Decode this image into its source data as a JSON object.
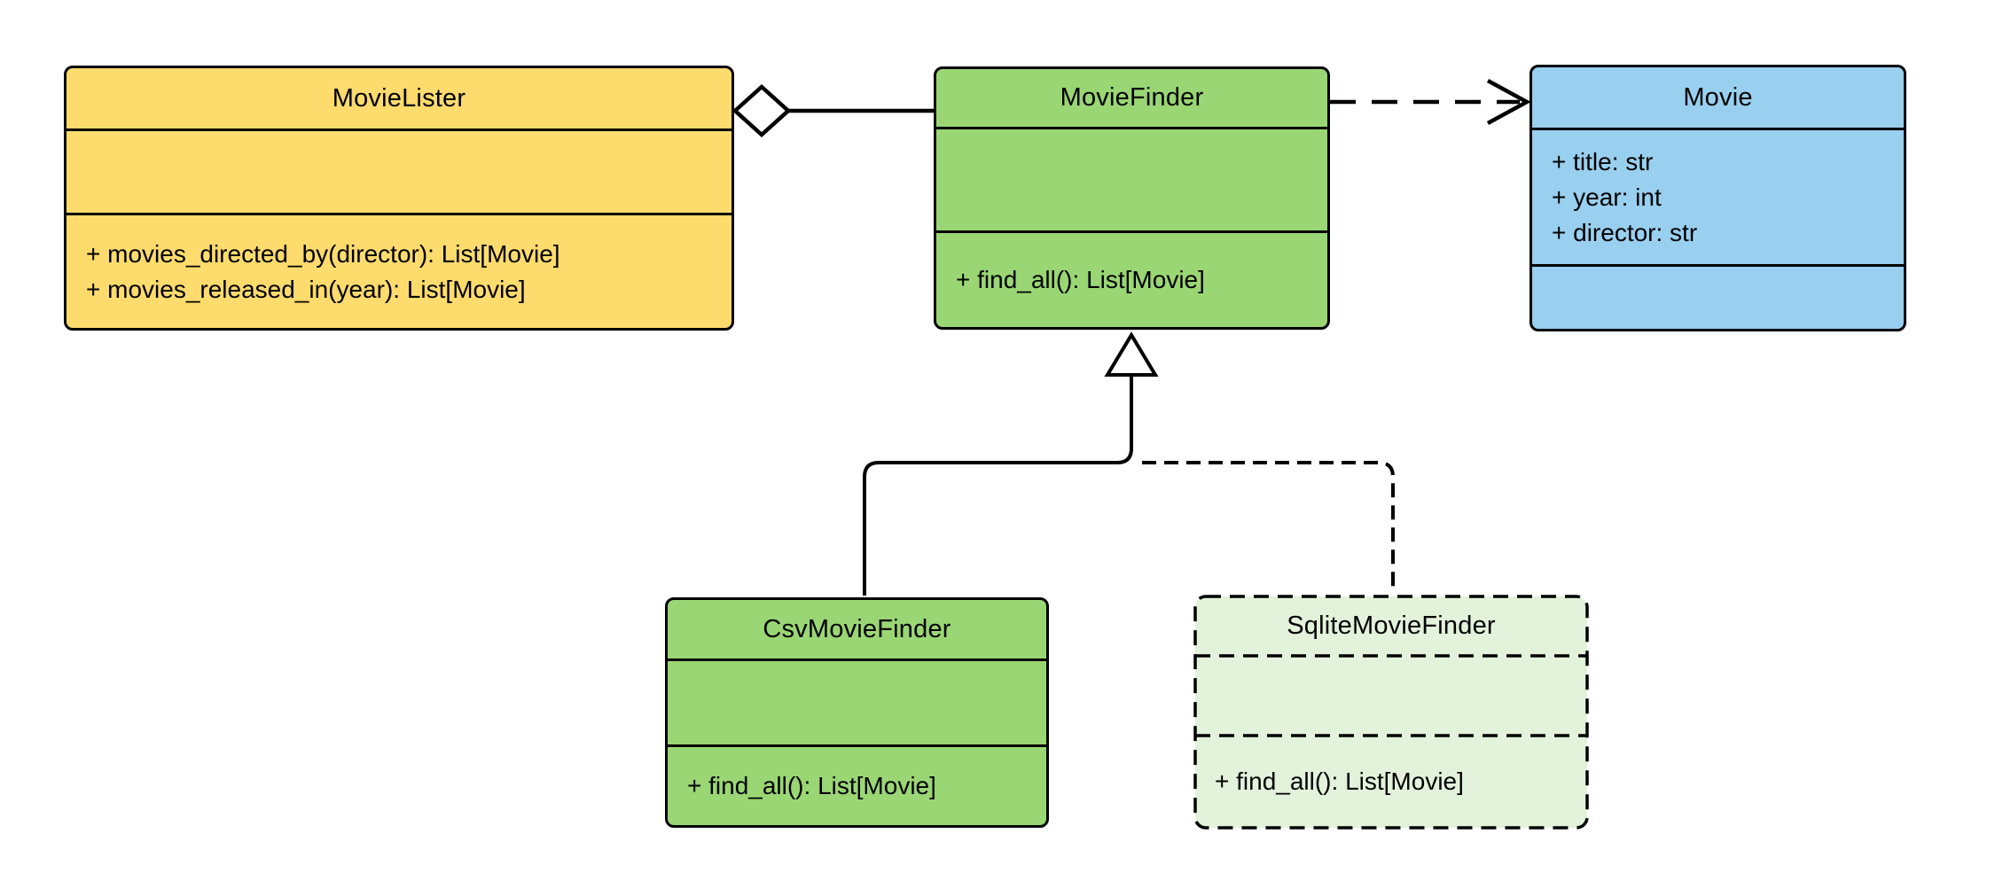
{
  "diagram": {
    "kind": "uml-class-diagram",
    "colors": {
      "background": "#ffffff",
      "stroke": "#000000",
      "text": "#000000",
      "movielister-fill": "#fddb6d",
      "moviefinder-fill": "#9ad674",
      "movie-fill": "#99cfef",
      "csvmoviefinder-fill": "#9ad674",
      "sqlitemoviefinder-fill": "#e3f2db"
    },
    "classes": {
      "movielister": {
        "name": "MovieLister",
        "attributes": [],
        "methods": [
          "+ movies_directed_by(director): List[Movie]",
          "+ movies_released_in(year): List[Movie]"
        ]
      },
      "moviefinder": {
        "name": "MovieFinder",
        "attributes": [],
        "methods": [
          "+ find_all(): List[Movie]"
        ]
      },
      "movie": {
        "name": "Movie",
        "attributes": [
          "+ title: str",
          "+ year: int",
          "+ director: str"
        ],
        "methods": []
      },
      "csvmoviefinder": {
        "name": "CsvMovieFinder",
        "attributes": [],
        "methods": [
          "+ find_all(): List[Movie]"
        ]
      },
      "sqlitemoviefinder": {
        "name": "SqliteMovieFinder",
        "attributes": [],
        "methods": [
          "+ find_all(): List[Movie]"
        ]
      }
    },
    "relationships": [
      {
        "type": "aggregation",
        "owner": "MovieLister",
        "part": "MovieFinder",
        "line": "solid",
        "marker": "open-diamond"
      },
      {
        "type": "dependency",
        "from": "MovieFinder",
        "to": "Movie",
        "line": "dashed",
        "marker": "open-arrow"
      },
      {
        "type": "inheritance",
        "child": "CsvMovieFinder",
        "parent": "MovieFinder",
        "line": "solid",
        "marker": "hollow-triangle"
      },
      {
        "type": "inheritance",
        "child": "SqliteMovieFinder",
        "parent": "MovieFinder",
        "line": "dashed",
        "marker": "hollow-triangle"
      }
    ]
  }
}
